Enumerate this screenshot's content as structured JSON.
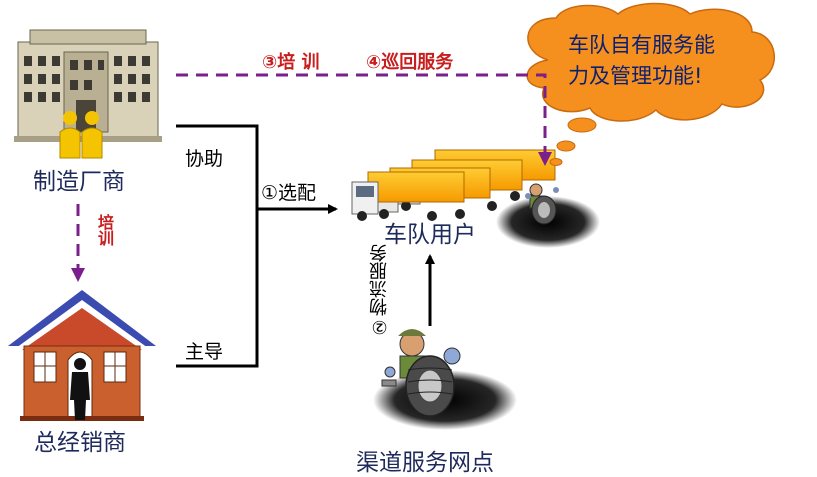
{
  "nodes": {
    "manufacturer": "制造厂商",
    "distributor": "总经销商",
    "fleet_user": "车队用户",
    "service_outlet": "渠道服务网点"
  },
  "edges": {
    "training_top": "③培 训",
    "tour_service": "④巡回服务",
    "training_vertical": "培训",
    "assist": "协助",
    "lead": "主导",
    "selection": "①选配",
    "logistics": "②物流服务"
  },
  "callout": {
    "line1": "车队自有服务能",
    "line2": "力及管理功能!"
  },
  "colors": {
    "dashed_line": "#7a1f8c",
    "cloud_fill": "#f5901e",
    "node_label": "#1f2a5c",
    "red_label": "#c81e1e",
    "callout_text": "#0b1f73"
  }
}
